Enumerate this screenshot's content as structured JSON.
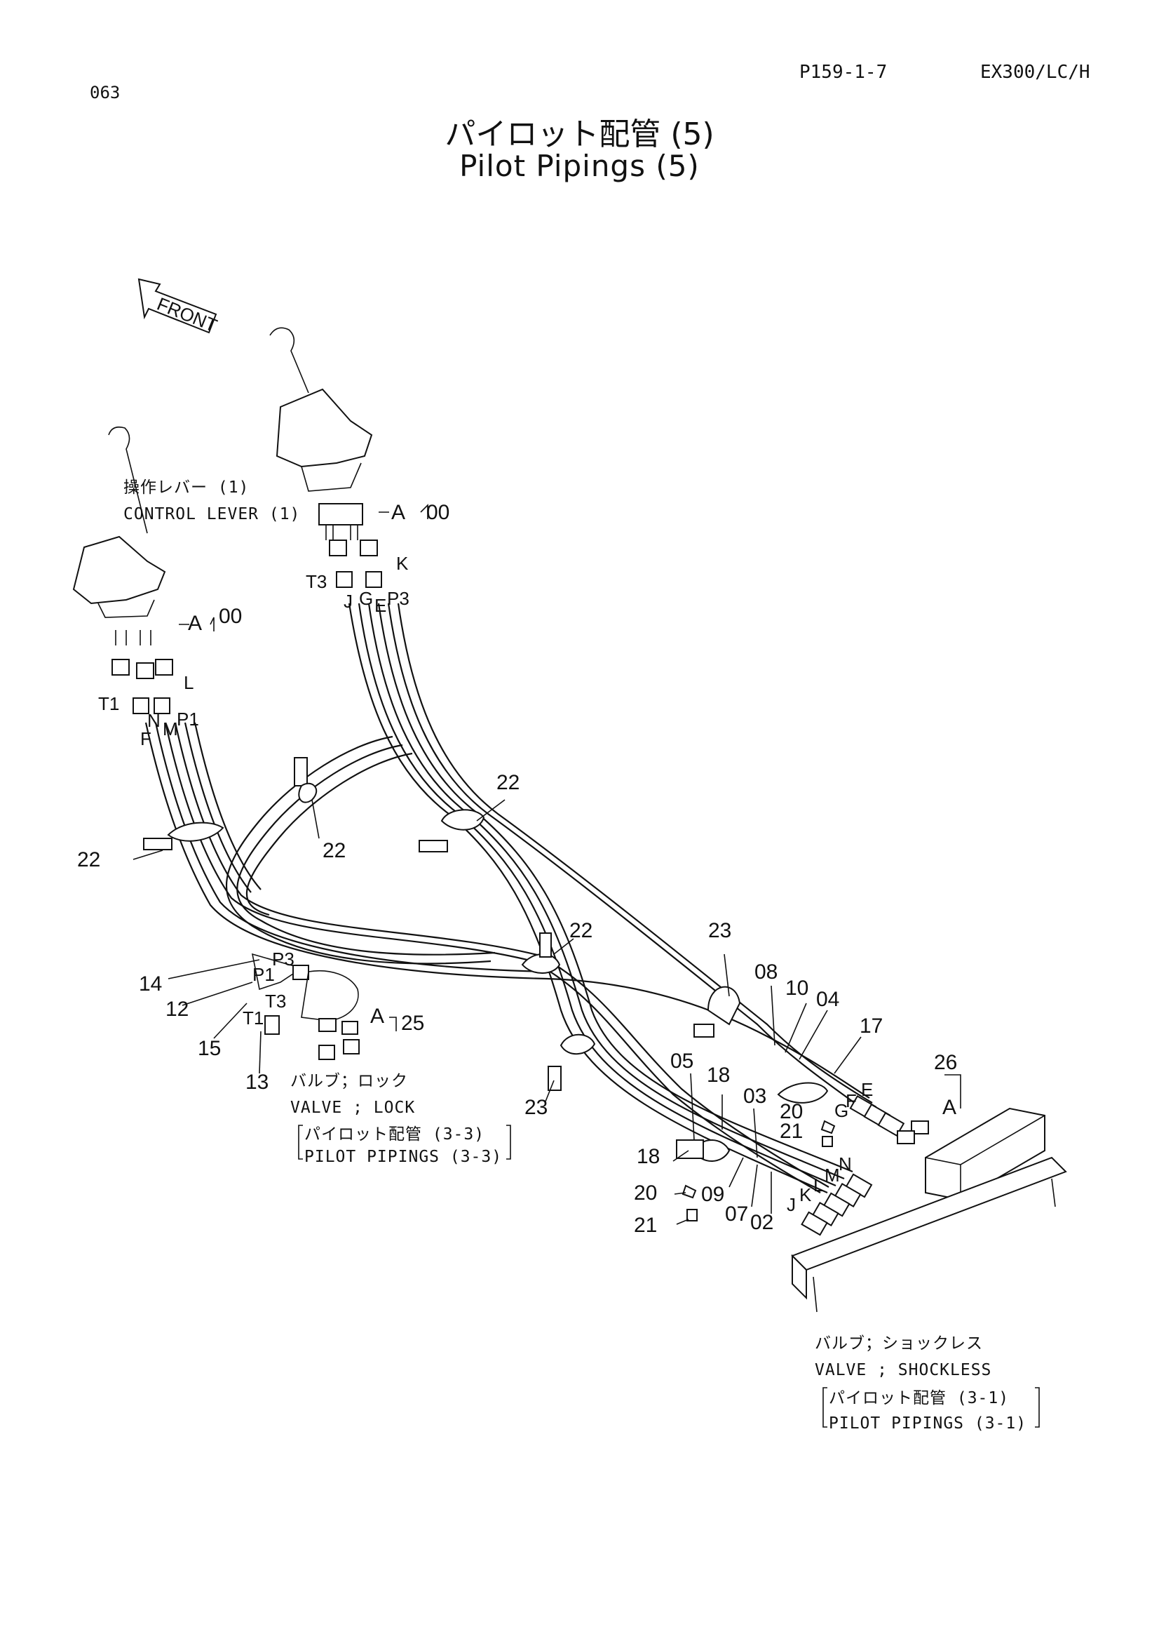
{
  "header": {
    "page_number": "063",
    "page_code": "P159-1-7",
    "model": "EX300/LC/H"
  },
  "title": {
    "japanese": "パイロット配管 (5)",
    "english": "Pilot Pipings (5)"
  },
  "front_marker": "FRONT",
  "control_lever_note": {
    "jp": "操作レバー (1)",
    "en": "CONTROL LEVER (1)"
  },
  "lock_valve_note": {
    "jp": "バルブ；ロック",
    "en": "VALVE ; LOCK",
    "ref_jp": "パイロット配管 (3-3)",
    "ref_en": "PILOT PIPINGS (3-3)"
  },
  "shockless_valve_note": {
    "jp": "バルブ；ショックレス",
    "en": "VALVE ; SHOCKLESS",
    "ref_jp": "パイロット配管 (3-1)",
    "ref_en": "PILOT PIPINGS (3-1)"
  },
  "callouts": {
    "lever_r_A": "A",
    "lever_r_00": "00",
    "lever_r_T3": "T3",
    "lever_r_K": "K",
    "lever_r_J": "J",
    "lever_r_G": "G",
    "lever_r_E": "E",
    "lever_r_P3": "P3",
    "lever_l_A": "A",
    "lever_l_00": "00",
    "lever_l_T1": "T1",
    "lever_l_L": "L",
    "lever_l_F": "F",
    "lever_l_N": "N",
    "lever_l_M": "M",
    "lever_l_P1": "P1",
    "c22a": "22",
    "c22b": "22",
    "c22c": "22",
    "c22d": "22",
    "c23a": "23",
    "c23b": "23",
    "c14": "14",
    "c12": "12",
    "c15": "15",
    "c13": "13",
    "c25": "25",
    "lock_P3": "P3",
    "lock_P1": "P1",
    "lock_T3": "T3",
    "lock_T1": "T1",
    "lock_A": "A",
    "c08": "08",
    "c10": "10",
    "c04": "04",
    "c17": "17",
    "c26": "26",
    "valve_A": "A",
    "c05": "05",
    "c18a": "18",
    "c03": "03",
    "c18b": "18",
    "c20a": "20",
    "c21a": "21",
    "c20b": "20",
    "c21b": "21",
    "c09": "09",
    "c07": "07",
    "c02": "02",
    "port_E": "E",
    "port_F": "F",
    "port_G": "G",
    "port_N": "N",
    "port_M": "M",
    "port_L": "L",
    "port_K": "K",
    "port_J": "J"
  }
}
